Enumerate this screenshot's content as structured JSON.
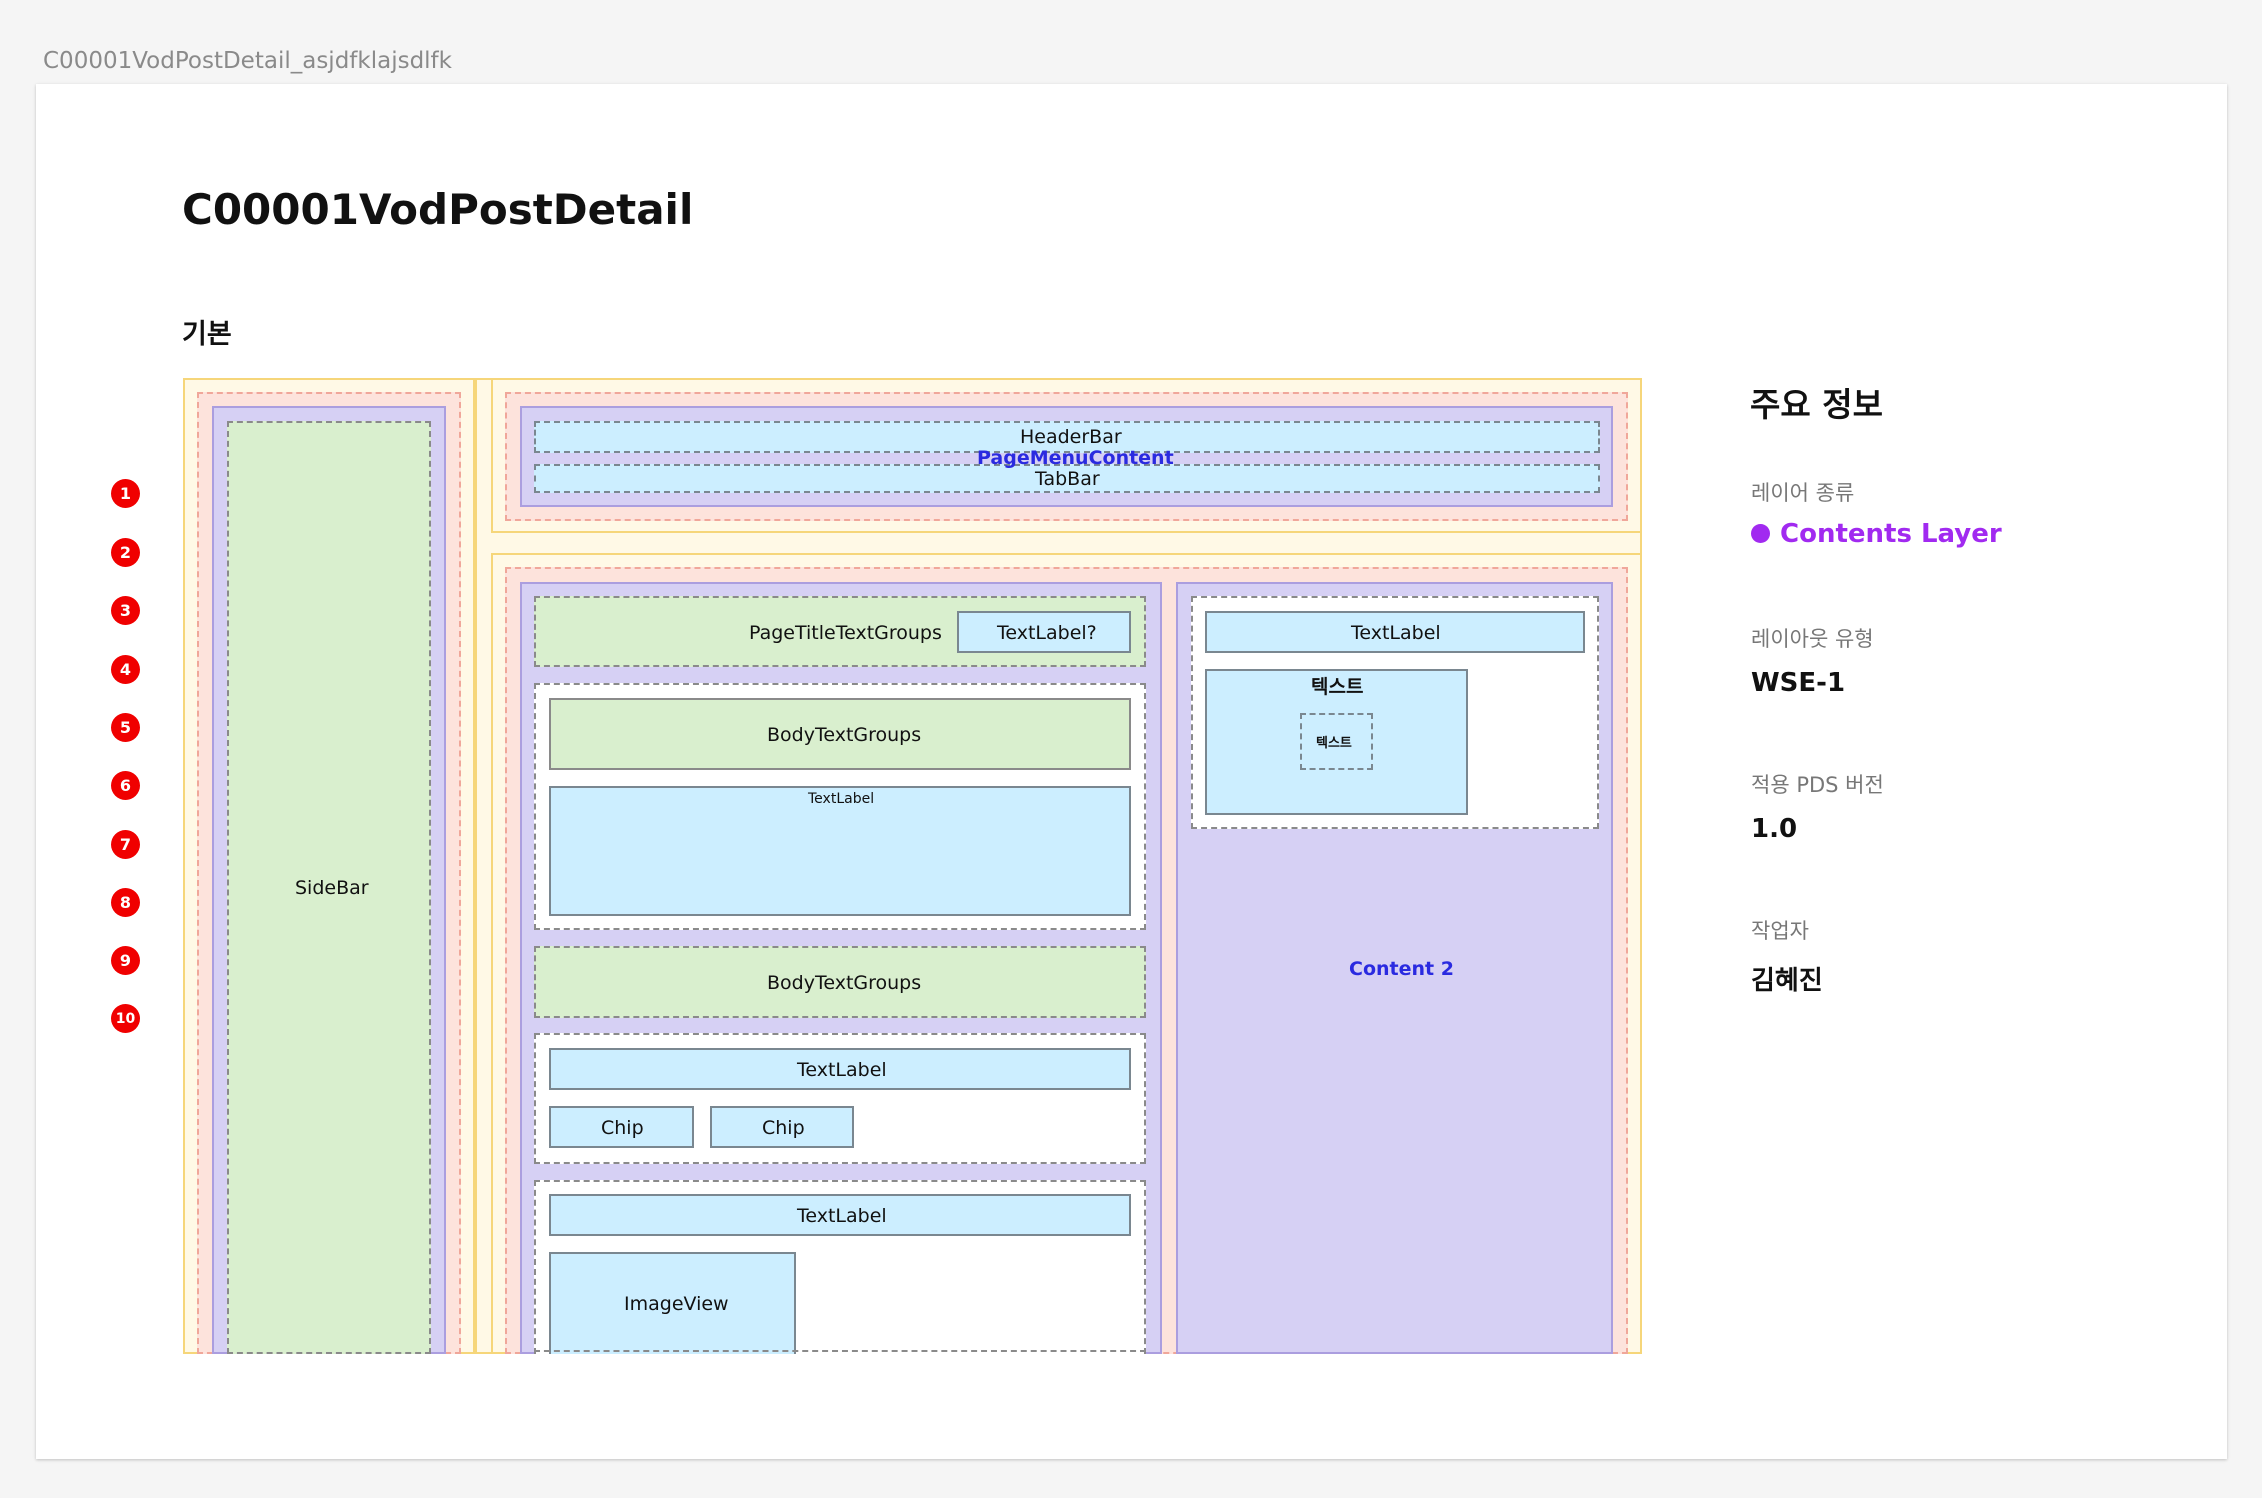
{
  "frame_label": "C00001VodPostDetail_asjdfklajsdlfk",
  "page_title": "C00001VodPostDetail",
  "section_title": "기본",
  "markers": [
    "1",
    "2",
    "3",
    "4",
    "5",
    "6",
    "7",
    "8",
    "9",
    "10"
  ],
  "diagram": {
    "sidebar": "SideBar",
    "header_bar": "HeaderBar",
    "page_menu_content": "PageMenuContent",
    "tab_bar": "TabBar",
    "page_title_text_groups": "PageTitleTextGroups",
    "text_label_optional": "TextLabel?",
    "body_text_groups_1": "BodyTextGroups",
    "text_label_small": "TextLabel",
    "body_text_groups_2": "BodyTextGroups",
    "text_label_chips": "TextLabel",
    "chip_1": "Chip",
    "chip_2": "Chip",
    "text_label_image": "TextLabel",
    "image_view": "ImageView",
    "content2_text_label": "TextLabel",
    "content2_text": "텍스트",
    "content2_inner_text": "텍스트",
    "content2_label": "Content 2"
  },
  "info": {
    "title": "주요 정보",
    "layer_type_label": "레이어 종류",
    "layer_type_value": "Contents Layer",
    "layer_type_color": "#a12af0",
    "layout_type_label": "레이아웃 유형",
    "layout_type_value": "WSE-1",
    "pds_version_label": "적용 PDS 버전",
    "pds_version_value": "1.0",
    "author_label": "작업자",
    "author_value": "김혜진"
  }
}
